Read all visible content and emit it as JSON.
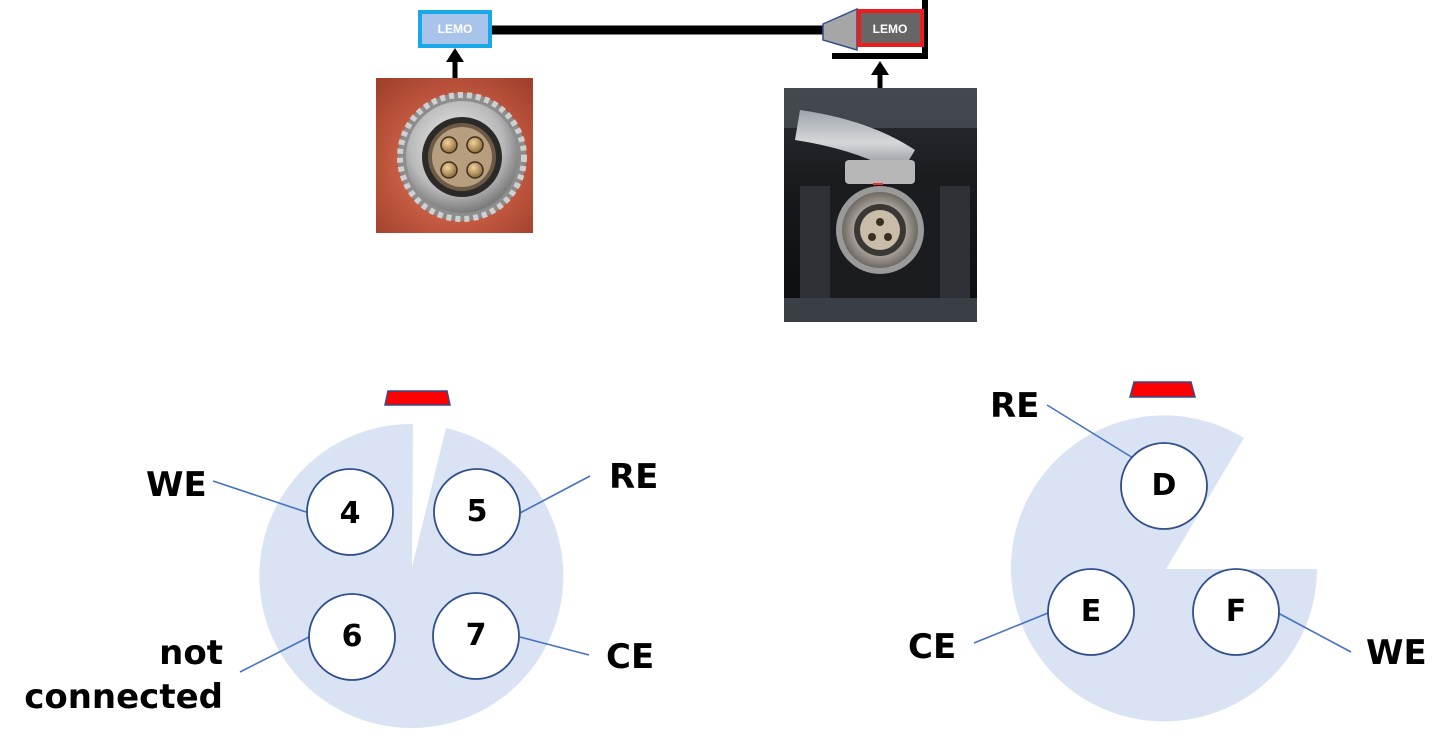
{
  "cable": {
    "left_connector_label": "LEMO",
    "right_connector_label": "LEMO"
  },
  "photos": {
    "left": "male-4pin-lemo-plug-photo",
    "right": "female-3pin-lemo-socket-photo"
  },
  "colors": {
    "disc_fill": "#dae3f3",
    "leader_line": "#4472c4",
    "pin_outline": "#2f4e8c",
    "key_marker": "#ff0000",
    "left_connector_border": "#19a9e9",
    "left_connector_fill": "#a9c4eb",
    "right_connector_border": "#ee1c1c",
    "right_connector_fill": "#666666",
    "cable": "#000000"
  },
  "left_pinout": {
    "pins": [
      "4",
      "5",
      "6",
      "7"
    ],
    "labels": {
      "pin4": "WE",
      "pin5": "RE",
      "pin6_line1": "not",
      "pin6_line2": "connected",
      "pin7": "CE"
    }
  },
  "right_pinout": {
    "pins": [
      "D",
      "E",
      "F"
    ],
    "labels": {
      "pinD": "RE",
      "pinE": "CE",
      "pinF": "WE"
    }
  }
}
